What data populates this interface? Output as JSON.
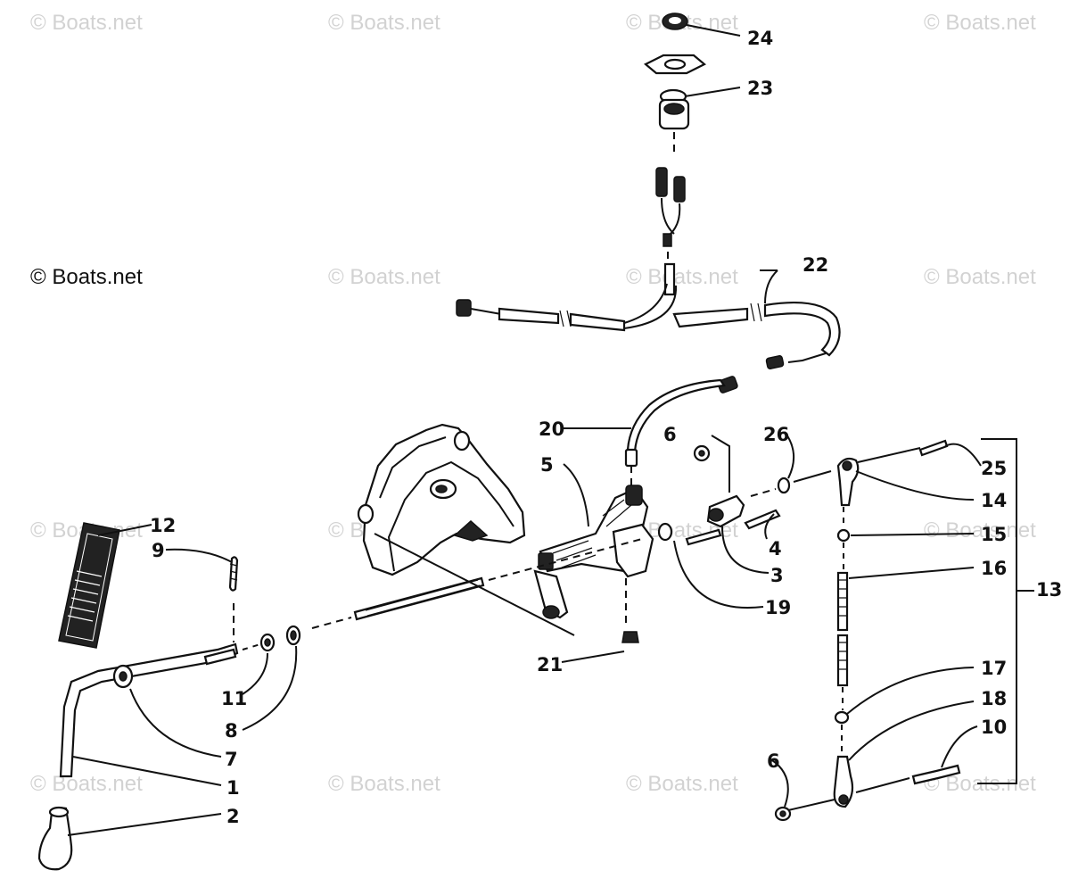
{
  "watermark": "© Boats.net",
  "copyright": "© Boats.net",
  "callouts": {
    "c1": "1",
    "c2": "2",
    "c3": "3",
    "c4": "4",
    "c5": "5",
    "c6a": "6",
    "c6b": "6",
    "c7": "7",
    "c8": "8",
    "c9": "9",
    "c10": "10",
    "c11": "11",
    "c12": "12",
    "c13": "13",
    "c14": "14",
    "c15": "15",
    "c16": "16",
    "c17": "17",
    "c18": "18",
    "c19": "19",
    "c20": "20",
    "c21": "21",
    "c22": "22",
    "c23": "23",
    "c24": "24",
    "c25": "25",
    "c26": "26"
  }
}
